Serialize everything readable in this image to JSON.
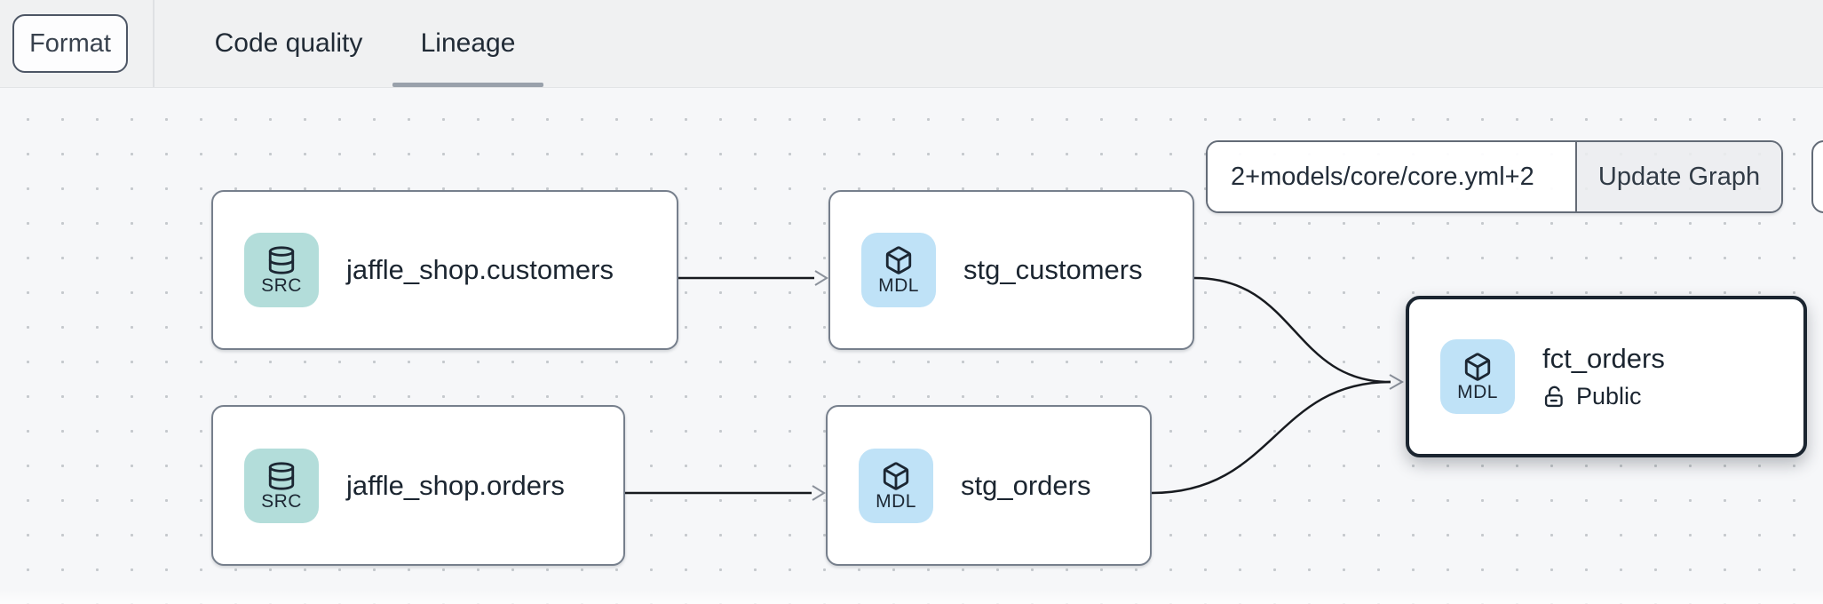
{
  "toolbar": {
    "format_label": "Format",
    "tabs": [
      {
        "label": "Code quality",
        "active": false
      },
      {
        "label": "Lineage",
        "active": true
      }
    ]
  },
  "lineage": {
    "selector": {
      "value": "2+models/core/core.yml+2"
    },
    "update_button_label": "Update Graph",
    "nodes": [
      {
        "label": "jaffle_shop.customers",
        "type_badge": "SRC",
        "kind": "source"
      },
      {
        "label": "stg_customers",
        "type_badge": "MDL",
        "kind": "model"
      },
      {
        "label": "jaffle_shop.orders",
        "type_badge": "SRC",
        "kind": "source"
      },
      {
        "label": "stg_orders",
        "type_badge": "MDL",
        "kind": "model"
      },
      {
        "label": "fct_orders",
        "type_badge": "MDL",
        "kind": "model",
        "access": "Public",
        "selected": true
      }
    ],
    "edges": [
      {
        "from": "jaffle_shop.customers",
        "to": "stg_customers"
      },
      {
        "from": "jaffle_shop.orders",
        "to": "stg_orders"
      },
      {
        "from": "stg_customers",
        "to": "fct_orders"
      },
      {
        "from": "stg_orders",
        "to": "fct_orders"
      }
    ]
  },
  "colors": {
    "source_badge_bg": "#b3ddda",
    "model_badge_bg": "#bfe2f7",
    "node_border": "#767f8c",
    "selected_node_border": "#1b2530",
    "edge": "#181b20",
    "text": "#1c2733",
    "tab_underline": "#99a1ab",
    "topbar_bg": "#f0f1f2",
    "canvas_bg": "#f6f7f9"
  }
}
